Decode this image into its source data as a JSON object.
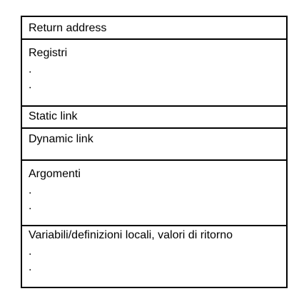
{
  "frame": {
    "rows": [
      {
        "label": "Return address",
        "dots": []
      },
      {
        "label": "Registri",
        "dots": [
          ".",
          "."
        ]
      },
      {
        "label": "Static link",
        "dots": []
      },
      {
        "label": "Dynamic link",
        "dots": []
      },
      {
        "label": "Argomenti",
        "dots": [
          ".",
          "."
        ]
      },
      {
        "label": "Variabili/definizioni locali, valori di ritorno",
        "dots": [
          ".",
          "."
        ]
      }
    ]
  }
}
